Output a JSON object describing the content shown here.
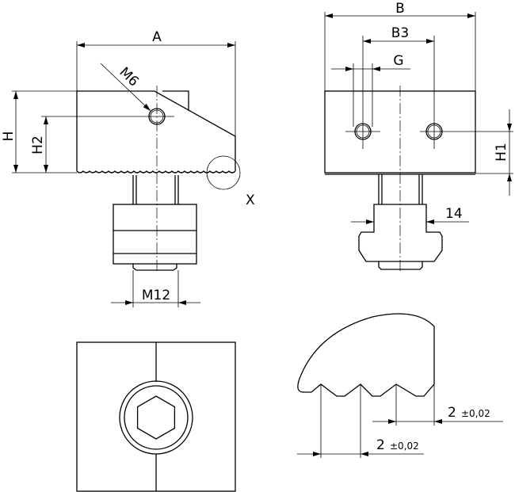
{
  "drawing": {
    "front_view": {
      "dim_a": "A",
      "dim_h": "H",
      "dim_h2": "H2",
      "thread_m6": "M6",
      "thread_m12": "M12",
      "detail_marker": "X"
    },
    "side_view": {
      "dim_b": "B",
      "dim_b3": "B3",
      "dim_g": "G",
      "dim_h1": "H1",
      "dim_14": "14"
    },
    "detail_x": {
      "pitch_value": "2",
      "pitch_tolerance": "±0,02",
      "depth_value": "2",
      "depth_tolerance": "±0,02"
    }
  }
}
